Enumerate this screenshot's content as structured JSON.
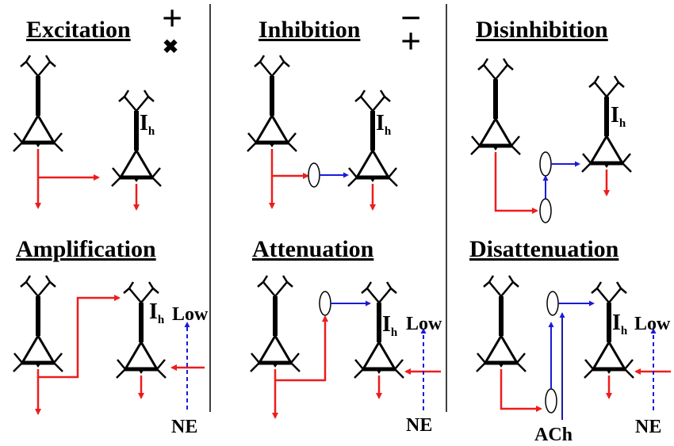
{
  "panels": [
    {
      "title": "Excitation",
      "sign_top": "+",
      "sign_bottom": "✖"
    },
    {
      "title": "Inhibition",
      "sign_top": "−",
      "sign_bottom": "+"
    },
    {
      "title": "Disinhibition"
    },
    {
      "title": "Amplification"
    },
    {
      "title": "Attenuation"
    },
    {
      "title": "Disattenuation"
    }
  ],
  "labels": {
    "ih_main": "I",
    "ih_sub": "h",
    "low": "Low",
    "ne": "NE",
    "ach": "ACh"
  },
  "colors": {
    "neuron": "#000000",
    "axon_red": "#ee1c1c",
    "axon_blue": "#1a1aa8",
    "modulator_blue": "#1a1ad8",
    "divider": "#000000"
  }
}
